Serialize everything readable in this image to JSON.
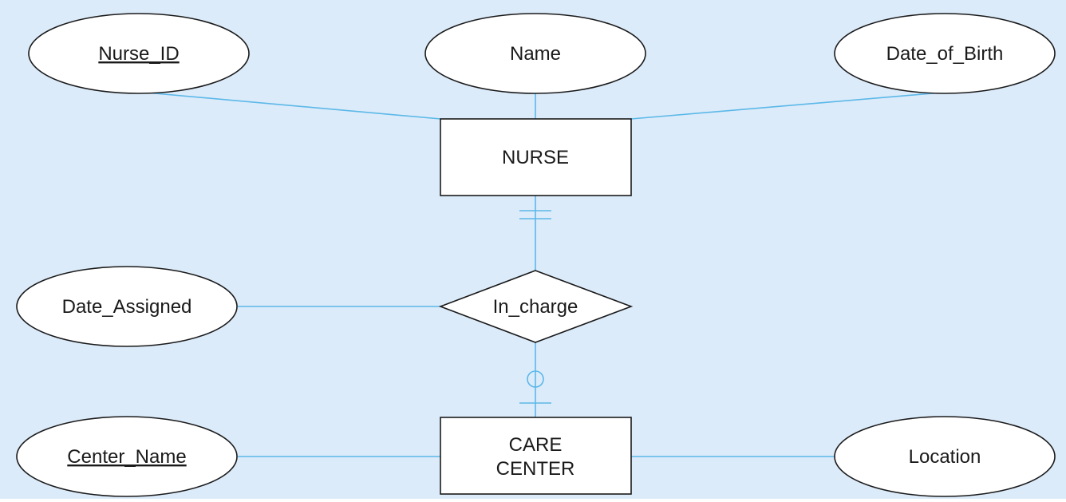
{
  "colors": {
    "background": "#dcebfa",
    "connector": "#5bb8e8",
    "outline": "#1a1a1a"
  },
  "entities": [
    {
      "id": "nurse",
      "lines": [
        "NURSE"
      ]
    },
    {
      "id": "care_center",
      "lines": [
        "CARE",
        "CENTER"
      ]
    }
  ],
  "relationships": [
    {
      "id": "in_charge",
      "label": "In_charge"
    }
  ],
  "attributes": [
    {
      "id": "nurse_id",
      "label": "Nurse_ID",
      "key": true,
      "of": "nurse"
    },
    {
      "id": "name",
      "label": "Name",
      "key": false,
      "of": "nurse"
    },
    {
      "id": "date_of_birth",
      "label": "Date_of_Birth",
      "key": false,
      "of": "nurse"
    },
    {
      "id": "date_assigned",
      "label": "Date_Assigned",
      "key": false,
      "of": "in_charge"
    },
    {
      "id": "center_name",
      "label": "Center_Name",
      "key": true,
      "of": "care_center"
    },
    {
      "id": "location",
      "label": "Location",
      "key": false,
      "of": "care_center"
    }
  ],
  "cardinality": {
    "nurse_side": "mandatory-one",
    "care_center_side": "optional-one"
  }
}
